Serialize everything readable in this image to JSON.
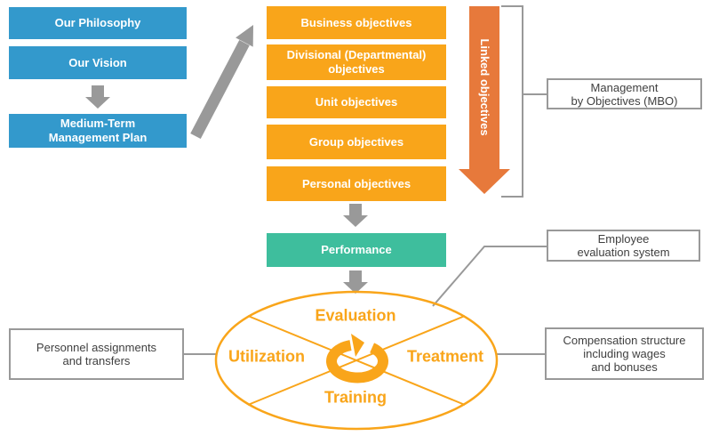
{
  "colors": {
    "blue": "#3399CC",
    "orange": "#F9A51A",
    "dark_orange": "#E7793B",
    "green": "#3EBE9D",
    "gray": "#999999",
    "text_dark": "#404040",
    "white": "#FFFFFF"
  },
  "left_column": {
    "philosophy": "Our Philosophy",
    "vision": "Our Vision",
    "medium_term_plan": "Medium-Term\nManagement Plan"
  },
  "objectives": {
    "items": [
      {
        "label": "Business objectives"
      },
      {
        "label": "Divisional (Departmental)\nobjectives"
      },
      {
        "label": "Unit objectives"
      },
      {
        "label": "Group objectives"
      },
      {
        "label": "Personal objectives"
      }
    ],
    "linked_label": "Linked objectives",
    "mbo_label": "Management\nby Objectives (MBO)"
  },
  "performance": {
    "label": "Performance"
  },
  "cycle": {
    "top": "Evaluation",
    "left": "Utilization",
    "right": "Treatment",
    "bottom": "Training"
  },
  "annotations": {
    "employee_evaluation": "Employee\nevaluation system",
    "personnel": "Personnel assignments\nand transfers",
    "compensation": "Compensation structure\nincluding wages\nand bonuses"
  },
  "icons": {
    "cycle": "cycle-arrow-icon",
    "down_arrow": "block-down-arrow-icon",
    "diagonal_arrow": "diagonal-up-arrow-icon",
    "linked_arrow": "linked-objectives-arrow-icon"
  }
}
